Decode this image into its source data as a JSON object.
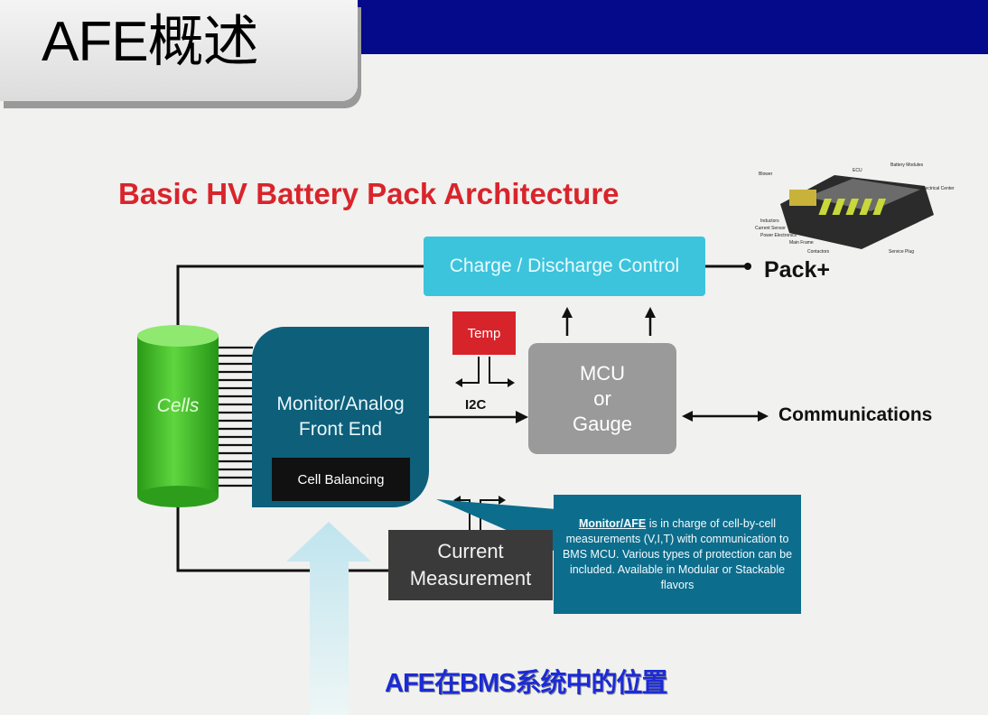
{
  "slide": {
    "title": "AFE概述",
    "caption": "AFE在BMS系统中的位置"
  },
  "diagram": {
    "title": "Basic HV Battery Pack Architecture",
    "cells_label": "Cells",
    "afe_label_line1": "Monitor/Analog",
    "afe_label_line2": "Front End",
    "cell_balancing": "Cell Balancing",
    "charge_control": "Charge / Discharge Control",
    "temp": "Temp",
    "i2c": "I2C",
    "mcu_line1": "MCU",
    "mcu_line2": "or",
    "mcu_line3": "Gauge",
    "current_line1": "Current",
    "current_line2": "Measurement",
    "pack_plus": "Pack+",
    "communications": "Communications",
    "note_highlight": "Monitor/AFE",
    "note_text": " is in charge of cell-by-cell measurements (V,I,T) with communication to BMS MCU. Various types of protection can be included. Available in Modular or Stackable flavors"
  },
  "battery_photo": {
    "labels": [
      "Blower",
      "ECU",
      "Battery Modules",
      "Electrical Center",
      "Inductors",
      "Current Sensor",
      "Power Electronics",
      "Main Frame",
      "Contactors",
      "Service Plug"
    ]
  },
  "colors": {
    "top_bar": "#040a8a",
    "diagram_title": "#d9242b",
    "cells": "#3dbf2a",
    "afe": "#0d5f7a",
    "charge_control": "#3cc4dc",
    "temp": "#d7242b",
    "mcu": "#9a9a9a",
    "caption": "#1b2bd6"
  }
}
